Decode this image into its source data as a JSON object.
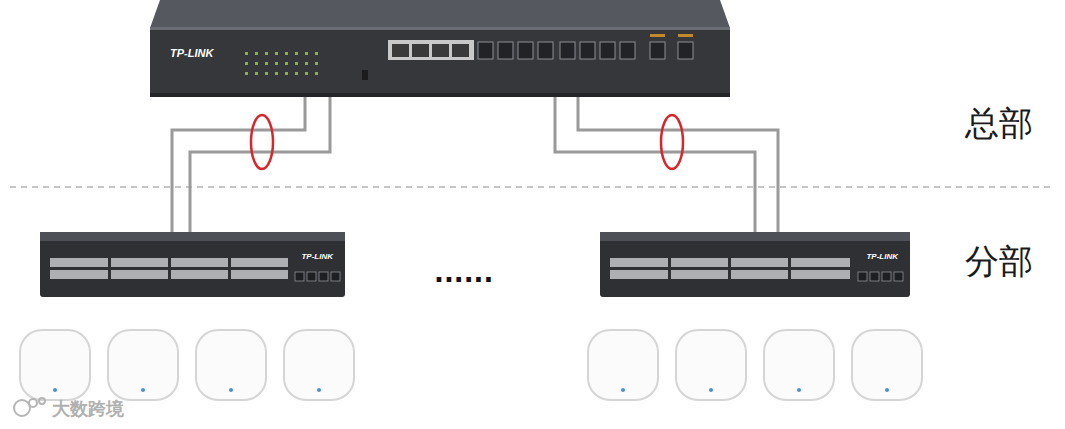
{
  "diagram": {
    "nodes": [
      {
        "text": [
          "TP-LINK"
        ]
      },
      {
        "text": [
          "TP-LINK"
        ]
      },
      {
        "text": [
          "TP-LINK"
        ]
      }
    ],
    "edges": [
      {
        "from": 0,
        "to": 1,
        "arrow": "none"
      },
      {
        "from": 0,
        "to": 1,
        "arrow": "none"
      },
      {
        "from": 0,
        "to": 2,
        "arrow": "none"
      },
      {
        "from": 0,
        "to": 2,
        "arrow": "none"
      }
    ],
    "labels": [
      "总部",
      "分部",
      "......",
      "大数跨境"
    ]
  }
}
